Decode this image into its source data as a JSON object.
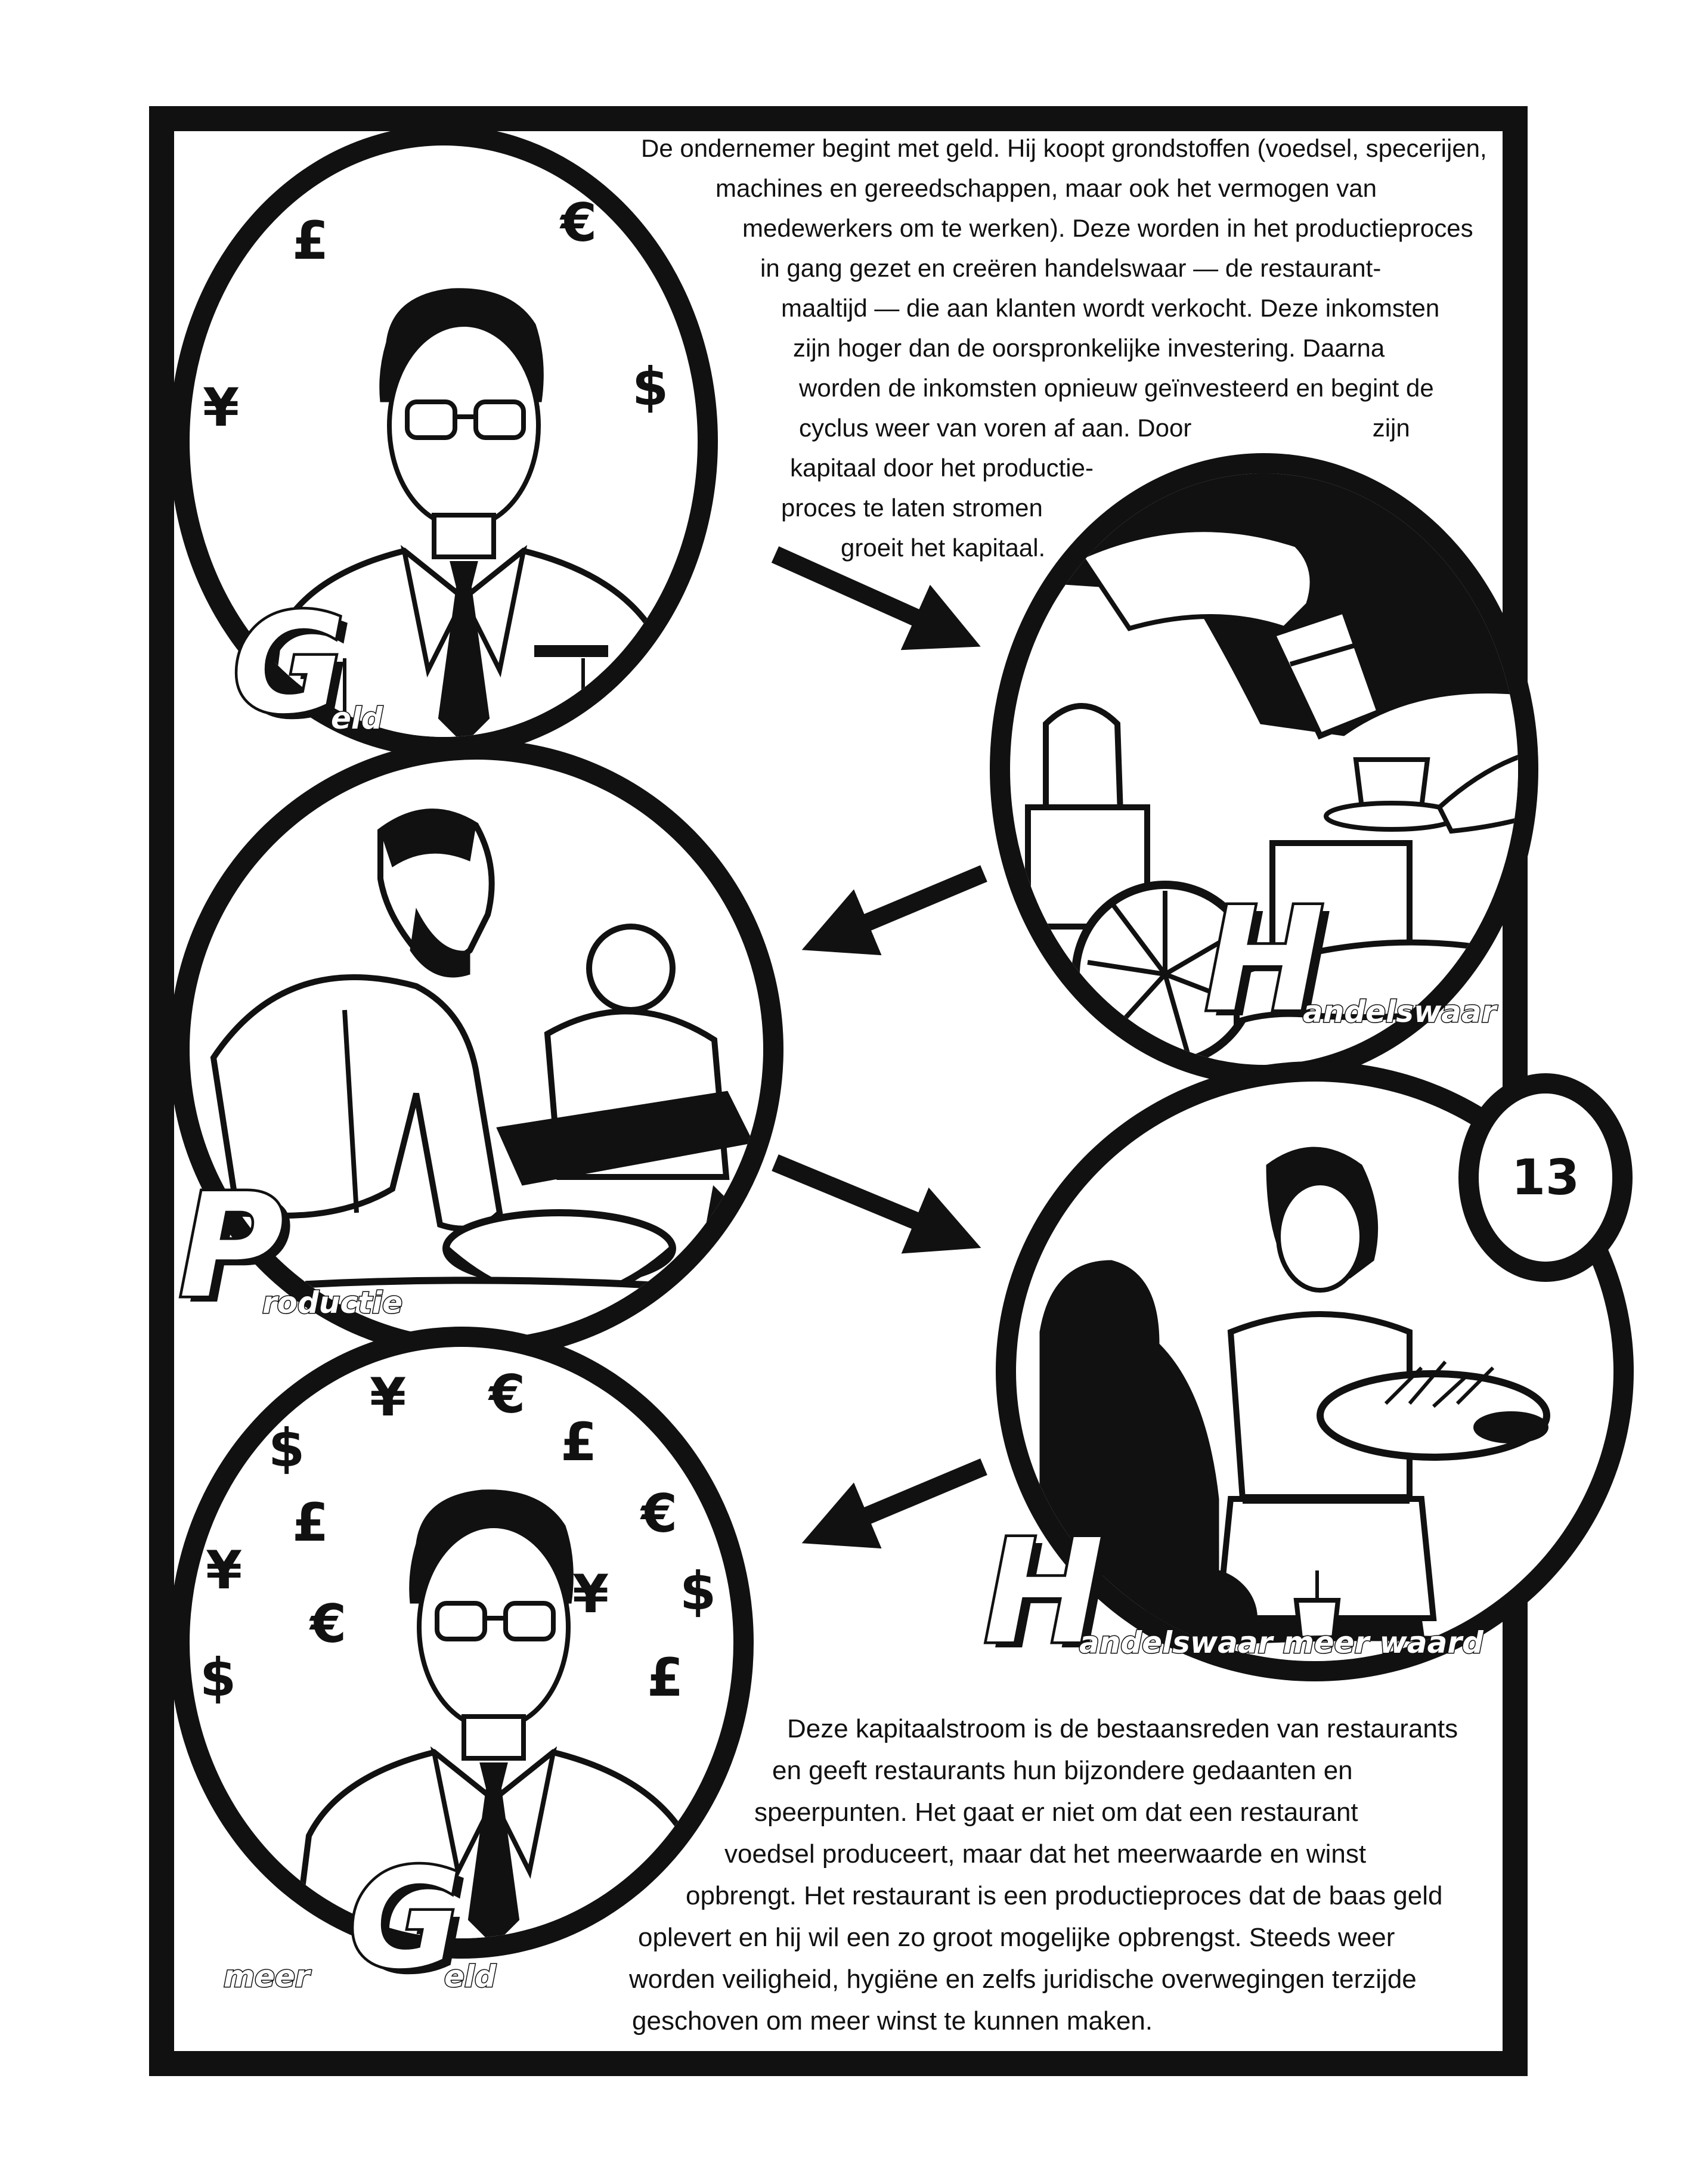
{
  "intro_text": [
    "De ondernemer begint met geld. Hij koopt grondstoffen (voedsel, specerijen,",
    "machines en gereedschappen, maar ook het vermogen van",
    "medewerkers om te werken). Deze worden in het productieproces",
    "in gang gezet en creëren handelswaar — de restaurant-",
    "maaltijd — die aan klanten wordt verkocht. Deze inkomsten",
    "zijn hoger dan de oorspronkelijke investering.  Daarna",
    "worden de inkomsten opnieuw geïnvesteerd en begint de",
    "cyclus weer van voren af aan. Door                          zijn",
    "kapitaal door het productie-",
    "proces te laten stromen",
    "groeit het kapitaal."
  ],
  "closing_text": [
    "Deze kapitaalstroom is de bestaansreden van restaurants",
    "en geeft restaurants hun bijzondere gedaanten en",
    "speerpunten. Het gaat er niet om dat een restaurant",
    "voedsel produceert, maar dat het meerwaarde en winst",
    "opbrengt. Het restaurant is een productieproces dat de baas geld",
    "oplevert en hij wil een zo groot mogelijke opbrengst. Steeds weer",
    "worden veiligheid, hygiëne en zelfs juridische overwegingen terzijde",
    "geschoven om meer winst te kunnen maken."
  ],
  "stages": {
    "geld": {
      "letter": "G",
      "word": "eld"
    },
    "handelswaar": {
      "letter": "H",
      "word": "andelswaar"
    },
    "productie": {
      "letter": "P",
      "word": "roductie"
    },
    "handelswaar_meer": {
      "letter": "H",
      "word": "andelswaar meer waard"
    },
    "meer_geld": {
      "prefix": "meer",
      "letter": "G",
      "word": "eld"
    }
  },
  "currency_top": [
    "£",
    "€",
    "¥",
    "$"
  ],
  "currency_bottom": [
    "¥",
    "€",
    "$",
    "£",
    "£",
    "€",
    "¥",
    "¥",
    "$",
    "€",
    "$",
    "£"
  ],
  "page_number": "13",
  "colors": {
    "ink": "#111111",
    "paper": "#ffffff"
  }
}
